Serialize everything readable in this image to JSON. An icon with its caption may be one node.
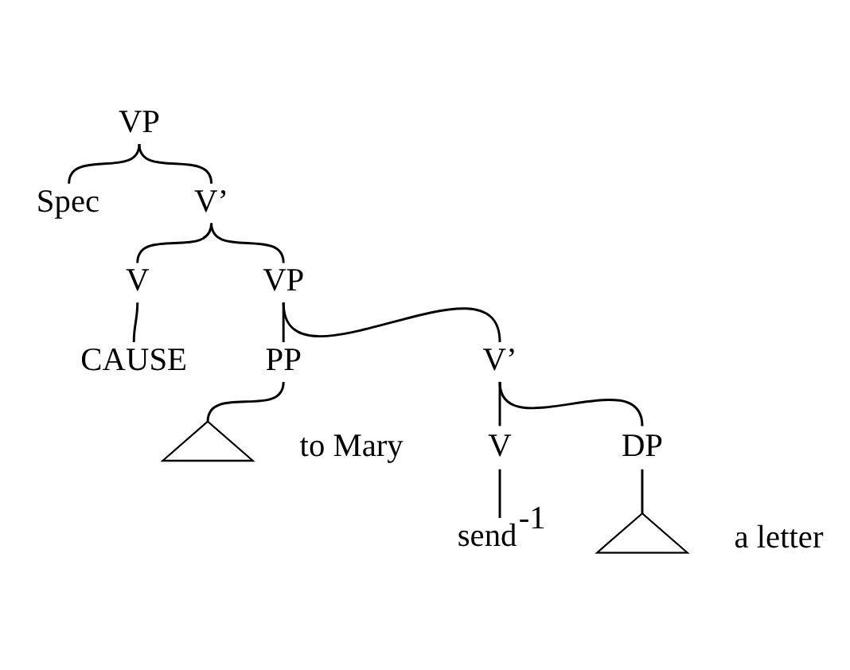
{
  "diagram": {
    "nodes": [
      {
        "text": [
          "VP"
        ]
      },
      {
        "text": [
          "Spec"
        ]
      },
      {
        "text": [
          "V’"
        ]
      },
      {
        "text": [
          "V"
        ]
      },
      {
        "text": [
          "CAUSE"
        ]
      },
      {
        "text": [
          "VP"
        ]
      },
      {
        "text": [
          "PP"
        ]
      },
      {
        "text": [],
        "shape": "triangle",
        "beside": [
          "to Mary"
        ]
      },
      {
        "text": [
          "V’"
        ]
      },
      {
        "text": [
          "V"
        ]
      },
      {
        "text": [
          "send$^{-1}$"
        ]
      },
      {
        "text": [
          "DP"
        ]
      },
      {
        "text": [],
        "shape": "triangle",
        "beside": [
          "a letter"
        ]
      }
    ],
    "edges": [
      {
        "from": 0,
        "to": 1,
        "arrow": "none"
      },
      {
        "from": 0,
        "to": 2,
        "arrow": "none"
      },
      {
        "from": 2,
        "to": 3,
        "arrow": "none"
      },
      {
        "from": 3,
        "to": 4,
        "arrow": "none"
      },
      {
        "from": 2,
        "to": 5,
        "arrow": "none"
      },
      {
        "from": 5,
        "to": 6,
        "arrow": "none"
      },
      {
        "from": 6,
        "to": 7,
        "arrow": "none"
      },
      {
        "from": 5,
        "to": 8,
        "arrow": "none"
      },
      {
        "from": 8,
        "to": 9,
        "arrow": "none"
      },
      {
        "from": 9,
        "to": 10,
        "arrow": "none"
      },
      {
        "from": 8,
        "to": 11,
        "arrow": "none"
      },
      {
        "from": 11,
        "to": 12,
        "arrow": "none"
      }
    ]
  }
}
